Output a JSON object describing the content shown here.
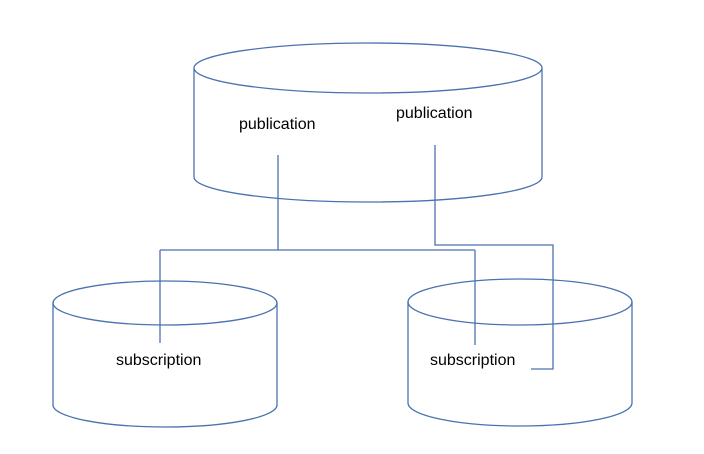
{
  "diagram": {
    "publisher": {
      "labels": [
        "publication",
        "publication"
      ]
    },
    "subscribers": [
      {
        "label": "subscription"
      },
      {
        "label": "subscription"
      }
    ],
    "colors": {
      "stroke": "#4a72b0",
      "background": "#ffffff",
      "text": "#000000"
    }
  }
}
